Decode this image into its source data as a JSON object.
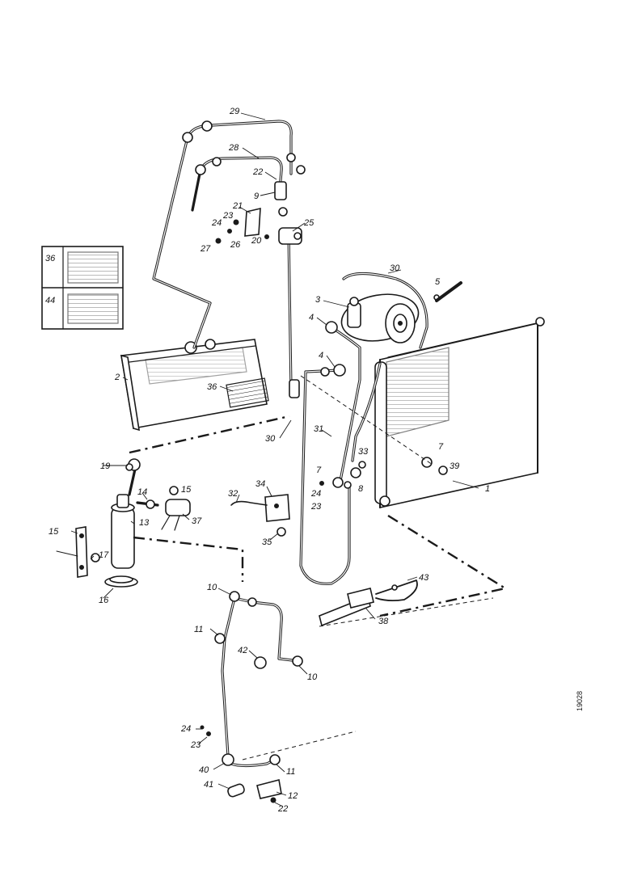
{
  "document_ref": "19028",
  "inset_labels": {
    "top": "36",
    "bottom": "44"
  },
  "labels": [
    {
      "name": "29",
      "text": "29"
    },
    {
      "name": "28",
      "text": "28"
    },
    {
      "name": "22a",
      "text": "22"
    },
    {
      "name": "9a",
      "text": "9"
    },
    {
      "name": "21",
      "text": "21"
    },
    {
      "name": "23a",
      "text": "23"
    },
    {
      "name": "24a",
      "text": "24"
    },
    {
      "name": "25",
      "text": "25"
    },
    {
      "name": "27",
      "text": "27"
    },
    {
      "name": "26",
      "text": "26"
    },
    {
      "name": "20",
      "text": "20"
    },
    {
      "name": "30a",
      "text": "30"
    },
    {
      "name": "5",
      "text": "5"
    },
    {
      "name": "3",
      "text": "3"
    },
    {
      "name": "4a",
      "text": "4"
    },
    {
      "name": "4b",
      "text": "4"
    },
    {
      "name": "2",
      "text": "2"
    },
    {
      "name": "36",
      "text": "36"
    },
    {
      "name": "30b",
      "text": "30"
    },
    {
      "name": "31",
      "text": "31"
    },
    {
      "name": "7a",
      "text": "7"
    },
    {
      "name": "33",
      "text": "33"
    },
    {
      "name": "39",
      "text": "39"
    },
    {
      "name": "7b",
      "text": "7"
    },
    {
      "name": "24b",
      "text": "24"
    },
    {
      "name": "8",
      "text": "8"
    },
    {
      "name": "23b",
      "text": "23"
    },
    {
      "name": "1",
      "text": "1"
    },
    {
      "name": "19",
      "text": "19"
    },
    {
      "name": "14",
      "text": "14"
    },
    {
      "name": "15a",
      "text": "15"
    },
    {
      "name": "32",
      "text": "32"
    },
    {
      "name": "34",
      "text": "34"
    },
    {
      "name": "13",
      "text": "13"
    },
    {
      "name": "37",
      "text": "37"
    },
    {
      "name": "15b",
      "text": "15"
    },
    {
      "name": "17",
      "text": "17"
    },
    {
      "name": "35",
      "text": "35"
    },
    {
      "name": "16",
      "text": "16"
    },
    {
      "name": "43",
      "text": "43"
    },
    {
      "name": "10a",
      "text": "10"
    },
    {
      "name": "38",
      "text": "38"
    },
    {
      "name": "11a",
      "text": "11"
    },
    {
      "name": "42",
      "text": "42"
    },
    {
      "name": "10b",
      "text": "10"
    },
    {
      "name": "24c",
      "text": "24"
    },
    {
      "name": "23c",
      "text": "23"
    },
    {
      "name": "40",
      "text": "40"
    },
    {
      "name": "11b",
      "text": "11"
    },
    {
      "name": "41",
      "text": "41"
    },
    {
      "name": "12",
      "text": "12"
    },
    {
      "name": "22b",
      "text": "22"
    }
  ]
}
